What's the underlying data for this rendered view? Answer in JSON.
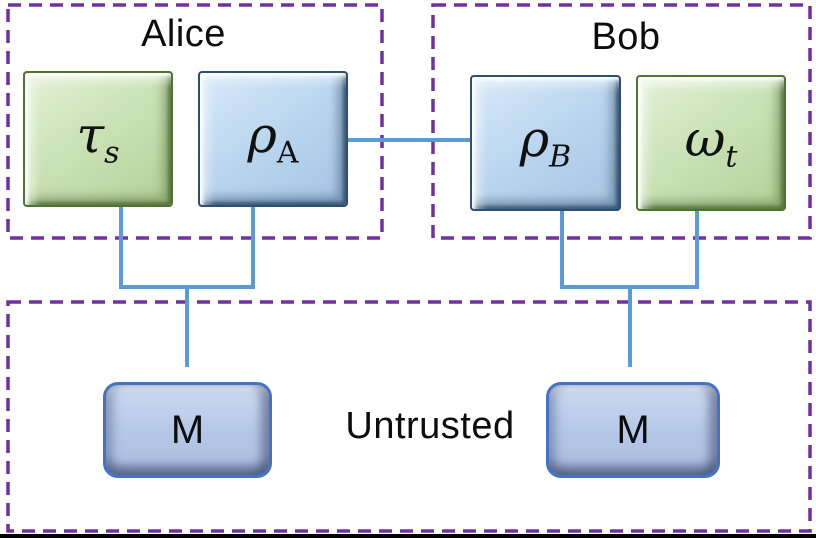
{
  "diagram": {
    "regions": {
      "alice": {
        "label": "Alice"
      },
      "bob": {
        "label": "Bob"
      },
      "untrusted": {
        "label": "Untrusted"
      }
    },
    "nodes": {
      "tau_s": {
        "symbol": "τ",
        "subscript": "s"
      },
      "rho_A": {
        "symbol": "ρ",
        "subscript": "A"
      },
      "rho_B": {
        "symbol": "ρ",
        "subscript": "B"
      },
      "omega_t": {
        "symbol": "ω",
        "subscript": "t"
      },
      "measurement_alice": {
        "label": "M"
      },
      "measurement_bob": {
        "label": "M"
      }
    },
    "colors": {
      "region_dashed_border": "#7030A0",
      "connector_wire": "#5B9BD5",
      "state_box_green_fill": "#C5E0B4",
      "state_box_green_border": "#4E7430",
      "state_box_blue_fill": "#BDD7EE",
      "state_box_blue_border": "#2E4F70",
      "measurement_fill": "#B4C7E7",
      "measurement_border": "#4472C4",
      "text": "#0C0C0C",
      "bottom_edge": "#000000"
    }
  }
}
